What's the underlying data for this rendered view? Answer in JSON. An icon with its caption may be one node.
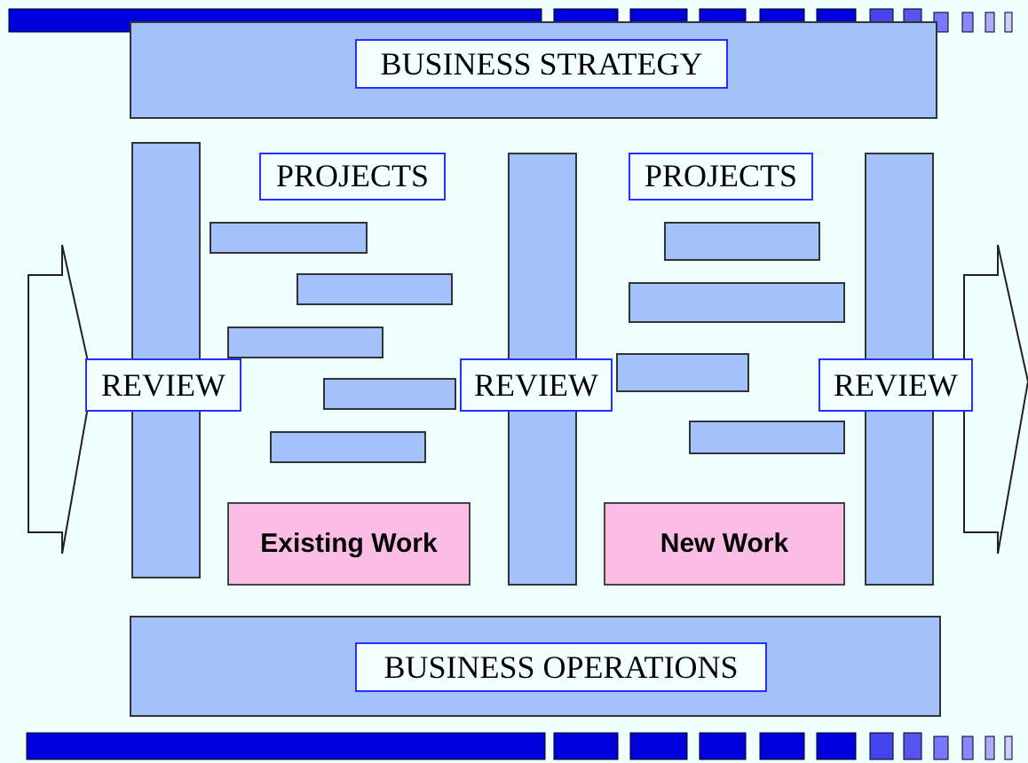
{
  "diagram": {
    "nodes": [
      {
        "text": [
          "BUSINESS STRATEGY"
        ]
      },
      {
        "text": [
          "REVIEW"
        ]
      },
      {
        "text": [
          "PROJECTS"
        ]
      },
      {
        "text": [],
        "shape": "bar"
      },
      {
        "text": [],
        "shape": "bar"
      },
      {
        "text": [],
        "shape": "bar"
      },
      {
        "text": [],
        "shape": "bar"
      },
      {
        "text": [],
        "shape": "bar"
      },
      {
        "text": [
          "REVIEW"
        ]
      },
      {
        "text": [
          "PROJECTS"
        ]
      },
      {
        "text": [],
        "shape": "bar"
      },
      {
        "text": [],
        "shape": "bar"
      },
      {
        "text": [],
        "shape": "bar"
      },
      {
        "text": [],
        "shape": "bar"
      },
      {
        "text": [
          "REVIEW"
        ]
      },
      {
        "text": [
          "Existing Work"
        ]
      },
      {
        "text": [
          "New Work"
        ]
      },
      {
        "text": [
          "BUSINESS OPERATIONS"
        ]
      }
    ],
    "edges": []
  }
}
